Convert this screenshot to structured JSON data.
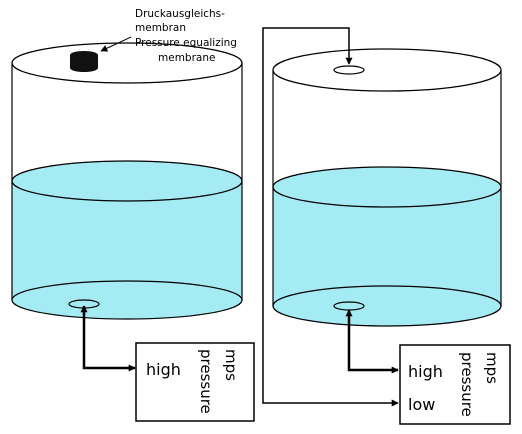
{
  "diagram": {
    "left_setup": {
      "membrane_label_de": "Druckausgleichs-",
      "membrane_label_de_2": "membran",
      "membrane_label_en": "Pressure equalizing",
      "membrane_label_en_2": "membrane",
      "sensor_port_high": "high",
      "sensor_name": "mps",
      "sensor_type": "pressure"
    },
    "right_setup": {
      "sensor_port_high": "high",
      "sensor_port_low": "low",
      "sensor_name": "mps",
      "sensor_type": "pressure"
    },
    "colors": {
      "liquid": "#a4ebf3",
      "outline": "#000000",
      "membrane": "#111111"
    }
  }
}
